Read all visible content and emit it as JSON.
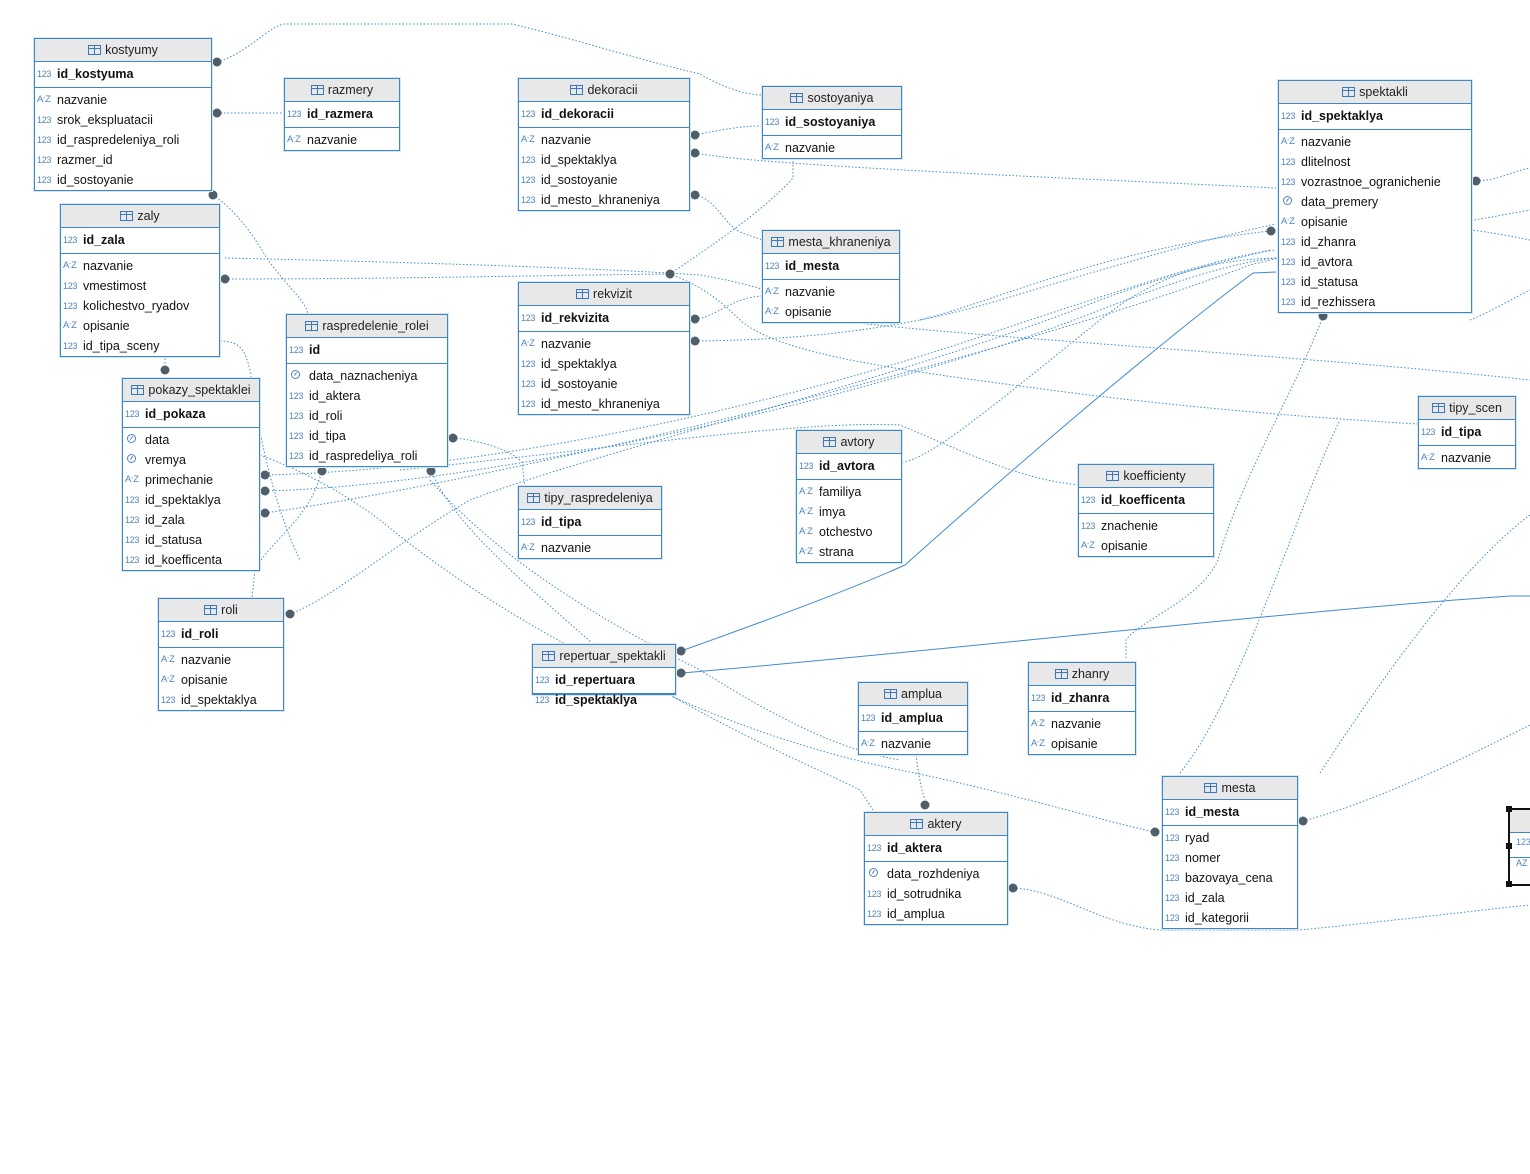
{
  "diagram": {
    "tables": [
      {
        "key": "kostyumy",
        "name": "kostyumy",
        "pk": [
          {
            "name": "id_kostyuma",
            "type": "123"
          }
        ],
        "cols": [
          {
            "name": "nazvanie",
            "type": "AZ"
          },
          {
            "name": "srok_ekspluatacii",
            "type": "123"
          },
          {
            "name": "id_raspredeleniya_roli",
            "type": "123"
          },
          {
            "name": "razmer_id",
            "type": "123"
          },
          {
            "name": "id_sostoyanie",
            "type": "123"
          }
        ]
      },
      {
        "key": "razmery",
        "name": "razmery",
        "pk": [
          {
            "name": "id_razmera",
            "type": "123"
          }
        ],
        "cols": [
          {
            "name": "nazvanie",
            "type": "AZ"
          }
        ]
      },
      {
        "key": "dekoracii",
        "name": "dekoracii",
        "pk": [
          {
            "name": "id_dekoracii",
            "type": "123"
          }
        ],
        "cols": [
          {
            "name": "nazvanie",
            "type": "AZ"
          },
          {
            "name": "id_spektaklya",
            "type": "123"
          },
          {
            "name": "id_sostoyanie",
            "type": "123"
          },
          {
            "name": "id_mesto_khraneniya",
            "type": "123"
          }
        ]
      },
      {
        "key": "sostoyaniya",
        "name": "sostoyaniya",
        "pk": [
          {
            "name": "id_sostoyaniya",
            "type": "123"
          }
        ],
        "cols": [
          {
            "name": "nazvanie",
            "type": "AZ"
          }
        ]
      },
      {
        "key": "spektakli",
        "name": "spektakli",
        "pk": [
          {
            "name": "id_spektaklya",
            "type": "123"
          }
        ],
        "cols": [
          {
            "name": "nazvanie",
            "type": "AZ"
          },
          {
            "name": "dlitelnost",
            "type": "123"
          },
          {
            "name": "vozrastnoe_ogranichenie",
            "type": "123"
          },
          {
            "name": "data_premery",
            "type": "date"
          },
          {
            "name": "opisanie",
            "type": "AZ"
          },
          {
            "name": "id_zhanra",
            "type": "123"
          },
          {
            "name": "id_avtora",
            "type": "123"
          },
          {
            "name": "id_statusa",
            "type": "123"
          },
          {
            "name": "id_rezhissera",
            "type": "123"
          }
        ]
      },
      {
        "key": "zaly",
        "name": "zaly",
        "pk": [
          {
            "name": "id_zala",
            "type": "123"
          }
        ],
        "cols": [
          {
            "name": "nazvanie",
            "type": "AZ"
          },
          {
            "name": "vmestimost",
            "type": "123"
          },
          {
            "name": "kolichestvo_ryadov",
            "type": "123"
          },
          {
            "name": "opisanie",
            "type": "AZ"
          },
          {
            "name": "id_tipa_sceny",
            "type": "123"
          }
        ]
      },
      {
        "key": "mesta_khraneniya",
        "name": "mesta_khraneniya",
        "pk": [
          {
            "name": "id_mesta",
            "type": "123"
          }
        ],
        "cols": [
          {
            "name": "nazvanie",
            "type": "AZ"
          },
          {
            "name": "opisanie",
            "type": "AZ"
          }
        ]
      },
      {
        "key": "rekvizit",
        "name": "rekvizit",
        "pk": [
          {
            "name": "id_rekvizita",
            "type": "123"
          }
        ],
        "cols": [
          {
            "name": "nazvanie",
            "type": "AZ"
          },
          {
            "name": "id_spektaklya",
            "type": "123"
          },
          {
            "name": "id_sostoyanie",
            "type": "123"
          },
          {
            "name": "id_mesto_khraneniya",
            "type": "123"
          }
        ]
      },
      {
        "key": "raspredelenie_rolei",
        "name": "raspredelenie_rolei",
        "pk": [
          {
            "name": "id",
            "type": "123"
          }
        ],
        "cols": [
          {
            "name": "data_naznacheniya",
            "type": "date"
          },
          {
            "name": "id_aktera",
            "type": "123"
          },
          {
            "name": "id_roli",
            "type": "123"
          },
          {
            "name": "id_tipa",
            "type": "123"
          },
          {
            "name": "id_raspredeliya_roli",
            "type": "123"
          }
        ]
      },
      {
        "key": "pokazy_spektaklei",
        "name": "pokazy_spektaklei",
        "pk": [
          {
            "name": "id_pokaza",
            "type": "123"
          }
        ],
        "cols": [
          {
            "name": "data",
            "type": "date"
          },
          {
            "name": "vremya",
            "type": "date"
          },
          {
            "name": "primechanie",
            "type": "AZ"
          },
          {
            "name": "id_spektaklya",
            "type": "123"
          },
          {
            "name": "id_zala",
            "type": "123"
          },
          {
            "name": "id_statusa",
            "type": "123"
          },
          {
            "name": "id_koefficenta",
            "type": "123"
          }
        ]
      },
      {
        "key": "tipy_scen",
        "name": "tipy_scen",
        "pk": [
          {
            "name": "id_tipa",
            "type": "123"
          }
        ],
        "cols": [
          {
            "name": "nazvanie",
            "type": "AZ"
          }
        ]
      },
      {
        "key": "avtory",
        "name": "avtory",
        "pk": [
          {
            "name": "id_avtora",
            "type": "123"
          }
        ],
        "cols": [
          {
            "name": "familiya",
            "type": "AZ"
          },
          {
            "name": "imya",
            "type": "AZ"
          },
          {
            "name": "otchestvo",
            "type": "AZ"
          },
          {
            "name": "strana",
            "type": "AZ"
          }
        ]
      },
      {
        "key": "koefficienty",
        "name": "koefficienty",
        "pk": [
          {
            "name": "id_koefficenta",
            "type": "123"
          }
        ],
        "cols": [
          {
            "name": "znachenie",
            "type": "123"
          },
          {
            "name": "opisanie",
            "type": "AZ"
          }
        ]
      },
      {
        "key": "tipy_raspredeleniya",
        "name": "tipy_raspredeleniya",
        "pk": [
          {
            "name": "id_tipa",
            "type": "123"
          }
        ],
        "cols": [
          {
            "name": "nazvanie",
            "type": "AZ"
          }
        ]
      },
      {
        "key": "roli",
        "name": "roli",
        "pk": [
          {
            "name": "id_roli",
            "type": "123"
          }
        ],
        "cols": [
          {
            "name": "nazvanie",
            "type": "AZ"
          },
          {
            "name": "opisanie",
            "type": "AZ"
          },
          {
            "name": "id_spektaklya",
            "type": "123"
          }
        ]
      },
      {
        "key": "repertuar_spektakli",
        "name": "repertuar_spektakli",
        "pk": [
          {
            "name": "id_repertuara",
            "type": "123"
          },
          {
            "name": "id_spektaklya",
            "type": "123"
          }
        ],
        "cols": []
      },
      {
        "key": "zhanry",
        "name": "zhanry",
        "pk": [
          {
            "name": "id_zhanra",
            "type": "123"
          }
        ],
        "cols": [
          {
            "name": "nazvanie",
            "type": "AZ"
          },
          {
            "name": "opisanie",
            "type": "AZ"
          }
        ]
      },
      {
        "key": "amplua",
        "name": "amplua",
        "pk": [
          {
            "name": "id_amplua",
            "type": "123"
          }
        ],
        "cols": [
          {
            "name": "nazvanie",
            "type": "AZ"
          }
        ]
      },
      {
        "key": "aktery",
        "name": "aktery",
        "pk": [
          {
            "name": "id_aktera",
            "type": "123"
          }
        ],
        "cols": [
          {
            "name": "data_rozhdeniya",
            "type": "date"
          },
          {
            "name": "id_sotrudnika",
            "type": "123"
          },
          {
            "name": "id_amplua",
            "type": "123"
          }
        ]
      },
      {
        "key": "mesta",
        "name": "mesta",
        "pk": [
          {
            "name": "id_mesta",
            "type": "123"
          }
        ],
        "cols": [
          {
            "name": "ryad",
            "type": "123"
          },
          {
            "name": "nomer",
            "type": "123"
          },
          {
            "name": "bazovaya_cena",
            "type": "123"
          },
          {
            "name": "id_zala",
            "type": "123"
          },
          {
            "name": "id_kategorii",
            "type": "123"
          }
        ]
      }
    ],
    "partial_table": {
      "pk_type": "123",
      "col_type": "AZ"
    }
  }
}
